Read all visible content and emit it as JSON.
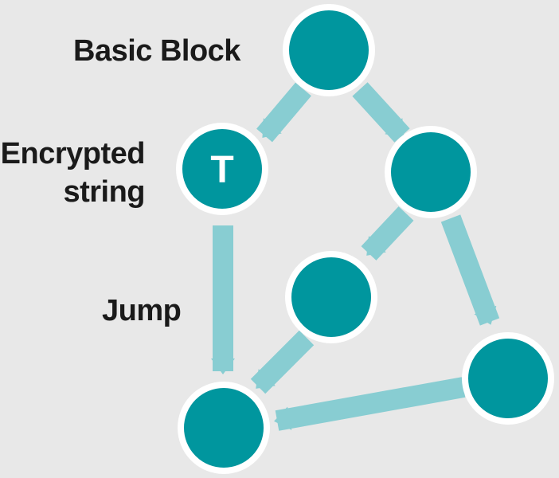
{
  "labels": {
    "basic_block": "Basic Block",
    "encrypted_string_line1": "Encrypted",
    "encrypted_string_line2": "string",
    "jump": "Jump"
  },
  "node_marker": "T",
  "colors": {
    "background": "#e8e8e8",
    "node_fill": "#00969e",
    "node_ring": "#ffffff",
    "edge": "#88cdd2",
    "text": "#1a1a1a"
  }
}
